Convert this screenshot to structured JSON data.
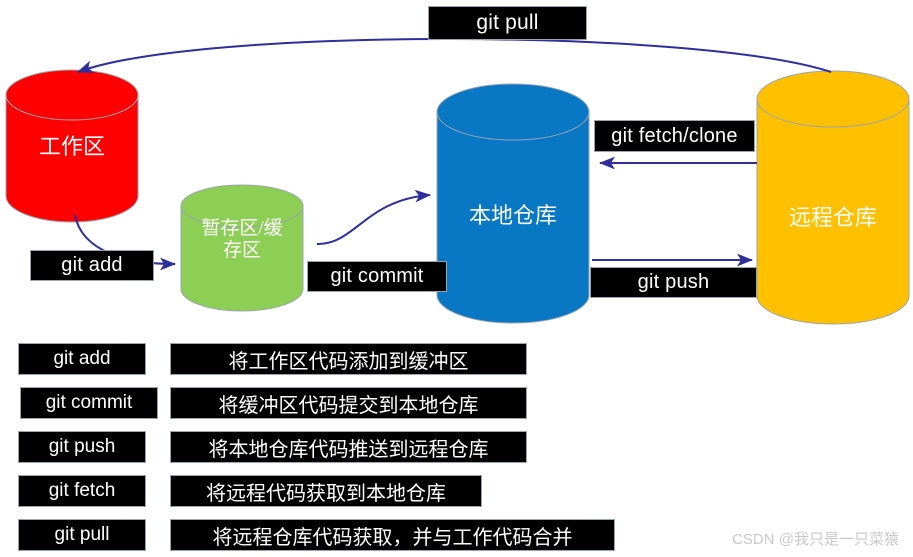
{
  "diagram": {
    "title": "Git workflow diagram",
    "arrow_color": "#2E2E9C",
    "outline_color": "#9aa5ad",
    "nodes": [
      {
        "id": "working-area",
        "label": "工作区",
        "color": "#FF0000",
        "top_color": "#FF0000"
      },
      {
        "id": "staging-area",
        "label": "暂存区/缓\n存区",
        "color": "#8DCE54",
        "top_color": "#8DCE54"
      },
      {
        "id": "local-repo",
        "label": "本地仓库",
        "color": "#0877C4",
        "top_color": "#0877C4"
      },
      {
        "id": "remote-repo",
        "label": "远程仓库",
        "color": "#FFC000",
        "top_color": "#FFC000"
      }
    ],
    "edge_labels": {
      "git_pull": "git pull",
      "git_add": "git add",
      "git_commit": "git commit",
      "git_fetch_clone": "git fetch/clone",
      "git_push": "git push"
    }
  },
  "legend": {
    "rows": [
      {
        "command": "git add",
        "description": "将工作区代码添加到缓冲区"
      },
      {
        "command": "git commit",
        "description": "将缓冲区代码提交到本地仓库"
      },
      {
        "command": "git push",
        "description": "将本地仓库代码推送到远程仓库"
      },
      {
        "command": "git fetch",
        "description": "将远程代码获取到本地仓库"
      },
      {
        "command": "git pull",
        "description": "将远程仓库代码获取，并与工作代码合并"
      }
    ]
  },
  "watermark": {
    "text": "CSDN @我只是一只菜猿"
  }
}
